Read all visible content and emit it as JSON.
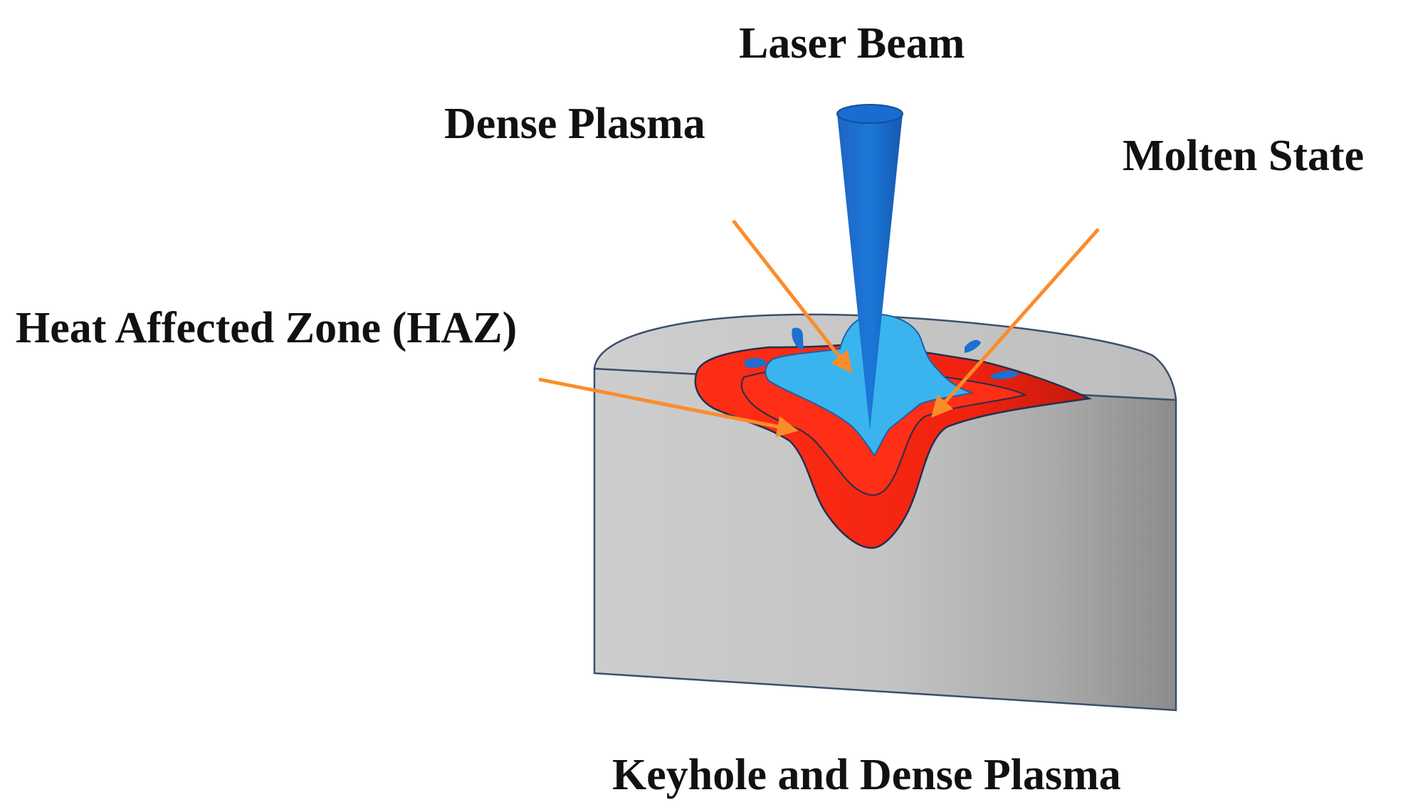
{
  "labels": {
    "laser_beam": "Laser Beam",
    "dense_plasma": "Dense Plasma",
    "molten_state": "Molten State",
    "haz": "Heat Affected Zone (HAZ)"
  },
  "caption": "Keyhole and Dense Plasma",
  "colors": {
    "workpiece": "#c6c6c6",
    "workpiece_top": "#c9c9c9",
    "workpiece_edge": "#3b4f6e",
    "haz_red": "#ff2a14",
    "haz_dark": "#d42212",
    "molten_blue": "#3ab4ee",
    "laser_blue": "#1a6fcf",
    "arrow_orange": "#fb8c2a"
  }
}
